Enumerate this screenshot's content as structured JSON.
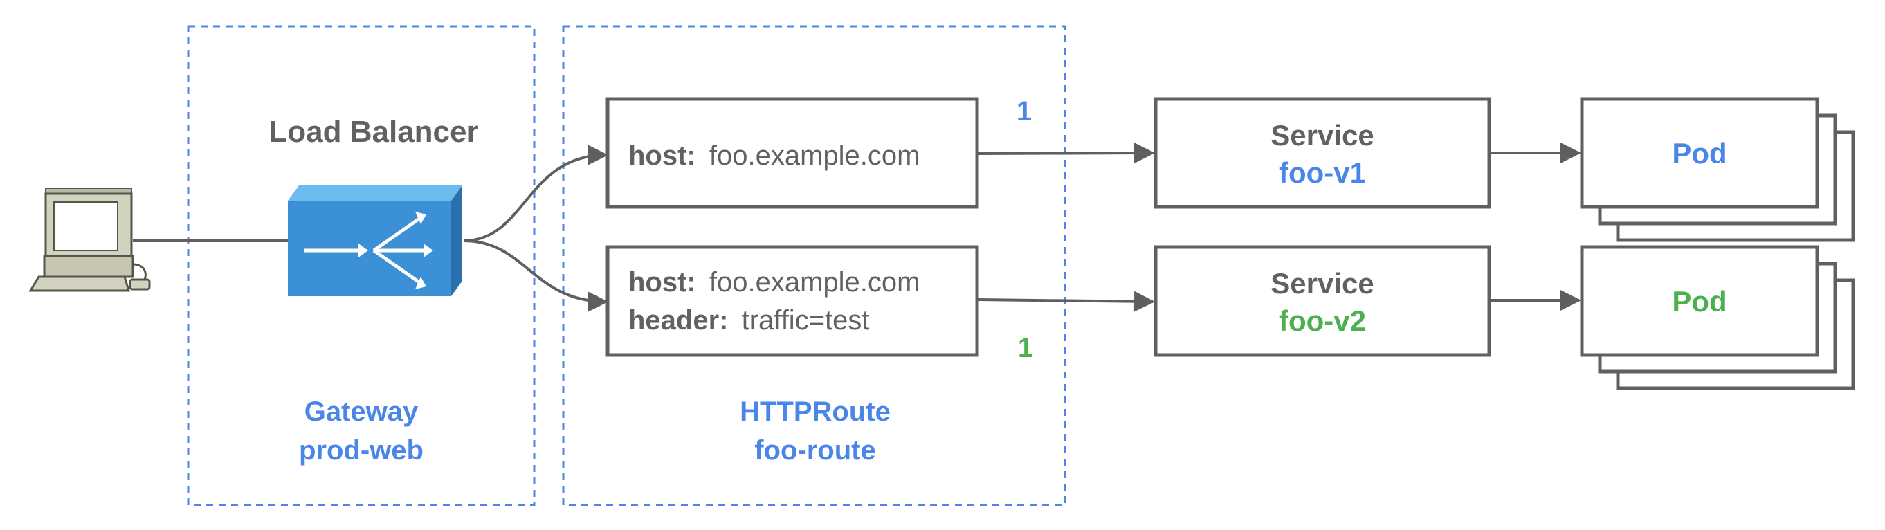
{
  "gateway": {
    "header": "Load Balancer",
    "kind": "Gateway",
    "name": "prod-web"
  },
  "httproute": {
    "kind": "HTTPRoute",
    "name": "foo-route",
    "rules": [
      {
        "host_key": "host:",
        "host_value": "foo.example.com",
        "weight": "1"
      },
      {
        "host_key": "host:",
        "host_value": "foo.example.com",
        "header_key": "header:",
        "header_value": "traffic=test",
        "weight": "1"
      }
    ]
  },
  "services": [
    {
      "label": "Service",
      "name": "foo-v1",
      "color": "#4a86e8"
    },
    {
      "label": "Service",
      "name": "foo-v2",
      "color": "#4caf50"
    }
  ],
  "pods": [
    {
      "label": "Pod",
      "color": "#4a86e8"
    },
    {
      "label": "Pod",
      "color": "#4caf50"
    }
  ],
  "colors": {
    "stroke": "#5f5f5f",
    "text_dark": "#616161",
    "accent_blue": "#4a86e8",
    "accent_green": "#4caf50",
    "lb_face": "#3b90d6",
    "lb_top": "#6cbcf0",
    "lb_side": "#2a6fae"
  },
  "icons": {
    "client": "desktop-computer-icon",
    "load_balancer": "load-balancer-icon"
  }
}
